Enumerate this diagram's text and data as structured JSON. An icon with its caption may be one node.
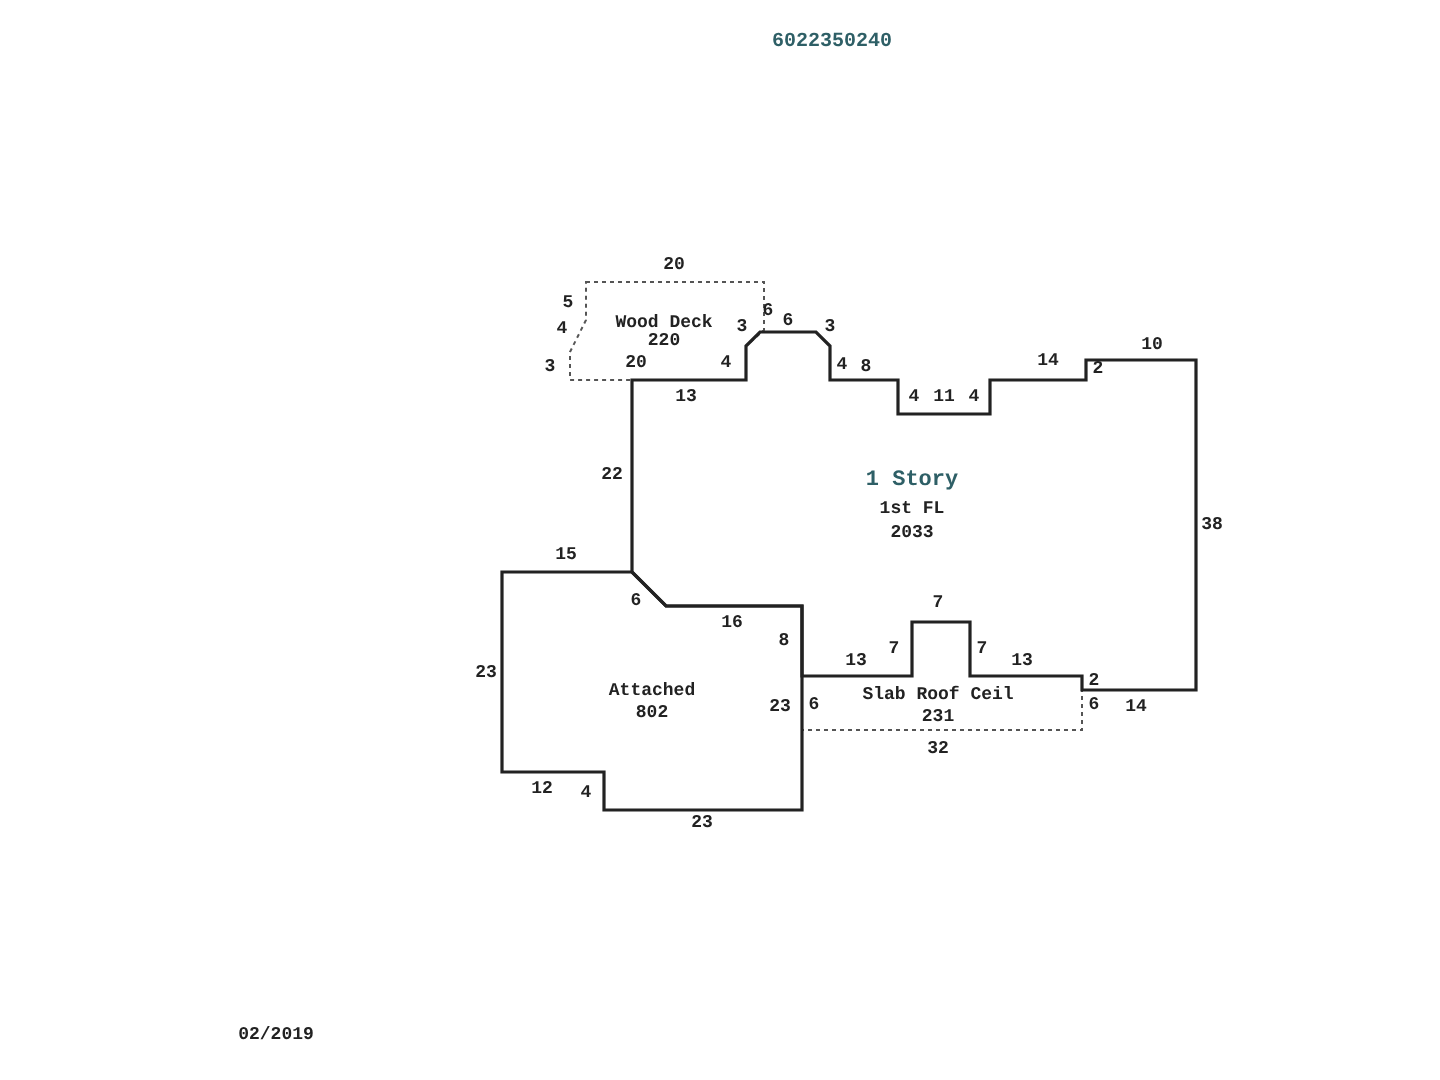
{
  "diagram": {
    "title": "6022350240",
    "nodes": [
      {
        "text": [
          "Wood Deck",
          "220"
        ]
      },
      {
        "text": [
          "1 Story",
          "1st FL",
          "2033"
        ]
      },
      {
        "text": [
          "Attached",
          "802"
        ]
      },
      {
        "text": [
          "Slab Roof Ceil",
          "231"
        ]
      }
    ],
    "edges": [],
    "labels": [
      "20",
      "5",
      "6",
      "4",
      "3",
      "6",
      "3",
      "3",
      "20",
      "4",
      "4",
      "8",
      "14",
      "2",
      "10",
      "13",
      "4",
      "11",
      "4",
      "22",
      "38",
      "15",
      "6",
      "7",
      "16",
      "8",
      "13",
      "7",
      "7",
      "13",
      "23",
      "2",
      "23",
      "6",
      "6",
      "14",
      "32",
      "12",
      "4",
      "23",
      "02/2019"
    ]
  }
}
